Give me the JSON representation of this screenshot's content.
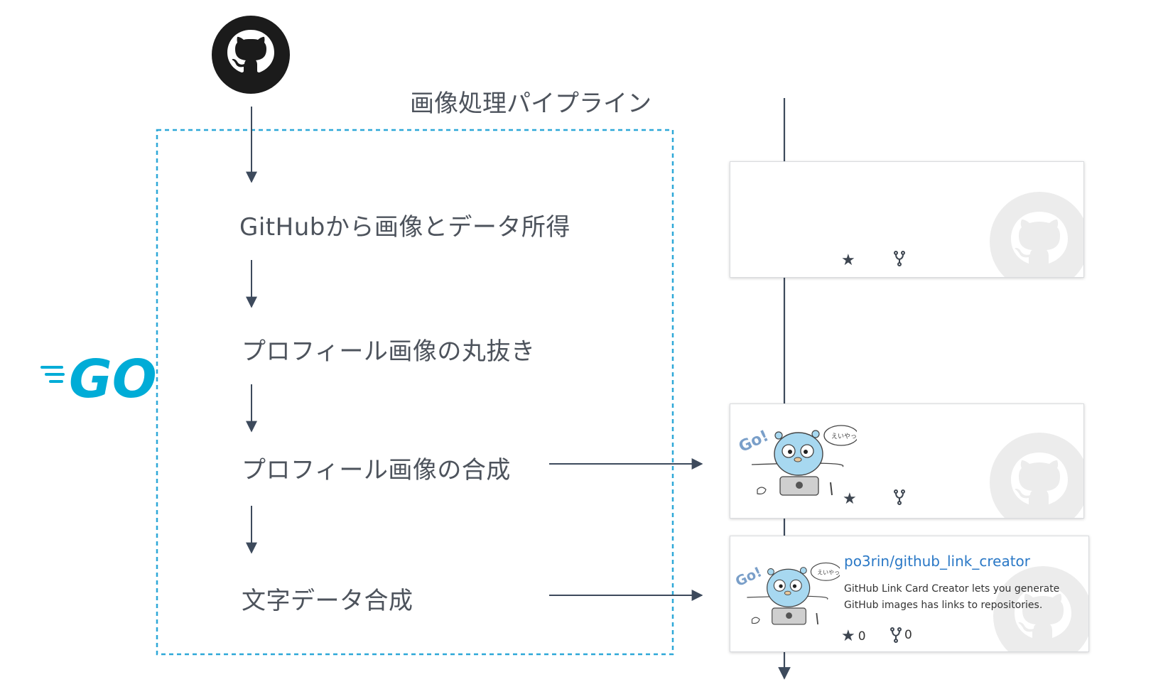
{
  "pipeline": {
    "title": "画像処理パイプライン",
    "steps": [
      "GitHubから画像とデータ所得",
      "プロフィール画像の丸抜き",
      "プロフィール画像の合成",
      "文字データ合成"
    ]
  },
  "logos": {
    "top": "github-octocat-icon",
    "side": "GO"
  },
  "cards": {
    "final": {
      "repo_name": "po3rin/github_link_creator",
      "description": "GitHub Link Card Creator lets you generate GitHub images has links to repositories.",
      "stars": "0",
      "forks": "0"
    },
    "gopher_text": "Go!",
    "gopher_bubble": "えいやっと"
  },
  "colors": {
    "line": "#3d4a5c",
    "dashed_box": "#2ea8d8",
    "go_blue": "#00acd7",
    "link": "#2a78c6",
    "watermark": "#ececec"
  }
}
